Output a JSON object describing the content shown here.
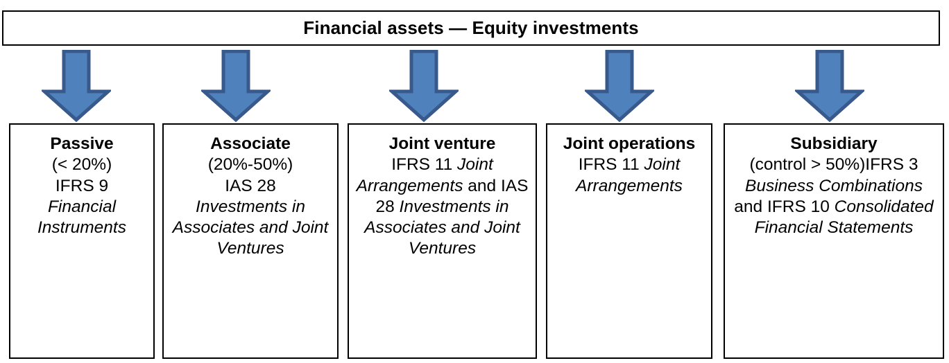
{
  "header": {
    "title": "Financial assets — Equity investments"
  },
  "colors": {
    "arrow_fill": "#4F81BD",
    "arrow_border": "#38598B",
    "box_border": "#000000",
    "background": "#FFFFFF",
    "text": "#000000"
  },
  "arrows": [
    {
      "name": "arrow-to-passive"
    },
    {
      "name": "arrow-to-associate"
    },
    {
      "name": "arrow-to-joint-venture"
    },
    {
      "name": "arrow-to-joint-operations"
    },
    {
      "name": "arrow-to-subsidiary"
    }
  ],
  "categories": [
    {
      "id": "passive",
      "title": "Passive",
      "threshold": "(< 20%)",
      "standards_plain": "IFRS 9 Financial Instruments",
      "lines": [
        {
          "text": "(< 20%)",
          "italic": false
        },
        {
          "text": "IFRS 9",
          "italic": false
        },
        {
          "text": "Financial Instruments",
          "italic": true
        }
      ]
    },
    {
      "id": "associate",
      "title": "Associate",
      "threshold": "(20%-50%)",
      "standards_plain": "IAS 28 Investments in Associates and Joint Ventures",
      "lines": [
        {
          "text": "(20%-50%)",
          "italic": false
        },
        {
          "text": "IAS 28",
          "italic": false
        },
        {
          "text": "Investments in Associates and Joint Ventures",
          "italic": true
        }
      ]
    },
    {
      "id": "joint-venture",
      "title": "Joint venture",
      "threshold": "",
      "standards_plain": "IFRS 11 Joint Arrangements and IAS 28 Investments in Associates and Joint Ventures",
      "lines": [
        {
          "text": "IFRS 11 ",
          "italic": false
        },
        {
          "text": "Joint Arrangements",
          "italic": true
        },
        {
          "text": " and IAS 28 ",
          "italic": false
        },
        {
          "text": "Investments in Associates and Joint Ventures",
          "italic": true
        }
      ]
    },
    {
      "id": "joint-operations",
      "title": "Joint operations",
      "threshold": "",
      "standards_plain": "IFRS 11 Joint Arrangements",
      "lines": [
        {
          "text": "IFRS 11 ",
          "italic": false
        },
        {
          "text": "Joint Arrangements",
          "italic": true
        }
      ]
    },
    {
      "id": "subsidiary",
      "title": "Subsidiary",
      "threshold": "(control > 50%)",
      "standards_plain": "IFRS 3 Business Combinations and IFRS 10 Consolidated Financial Statements",
      "lines": [
        {
          "text": "(control > 50%)",
          "italic": false
        },
        {
          "text": "IFRS 3 ",
          "italic": false
        },
        {
          "text": "Business Combinations",
          "italic": true
        },
        {
          "text": " and IFRS 10 ",
          "italic": false
        },
        {
          "text": "Consolidated Financial Statements",
          "italic": true
        }
      ]
    }
  ]
}
